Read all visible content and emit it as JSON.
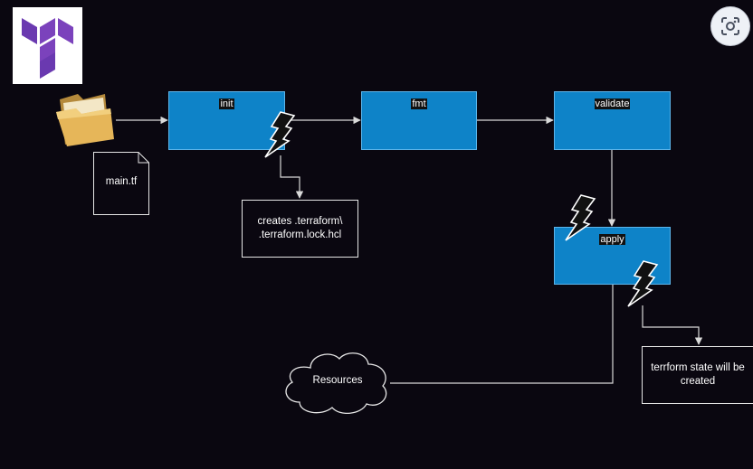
{
  "steps": {
    "init": "init",
    "fmt": "fmt",
    "validate": "validate",
    "apply": "apply"
  },
  "file": {
    "label": "main.tf"
  },
  "notes": {
    "init_output_line1": "creates .terraform\\",
    "init_output_line2": ".terraform.lock.hcl",
    "apply_output_line1": "terrform state will be",
    "apply_output_line2": "created"
  },
  "resources": {
    "label": "Resources"
  },
  "icons": {
    "logo": "terraform-logo-icon",
    "lens": "lens-search-icon",
    "folder": "folder-icon",
    "bolt": "lightning-bolt-icon"
  },
  "colors": {
    "background": "#0a0710",
    "step_fill": "#0e83c8",
    "step_border": "#5db5ea",
    "connector": "#d9d9d9",
    "terraform_purple": "#7b42bc"
  }
}
